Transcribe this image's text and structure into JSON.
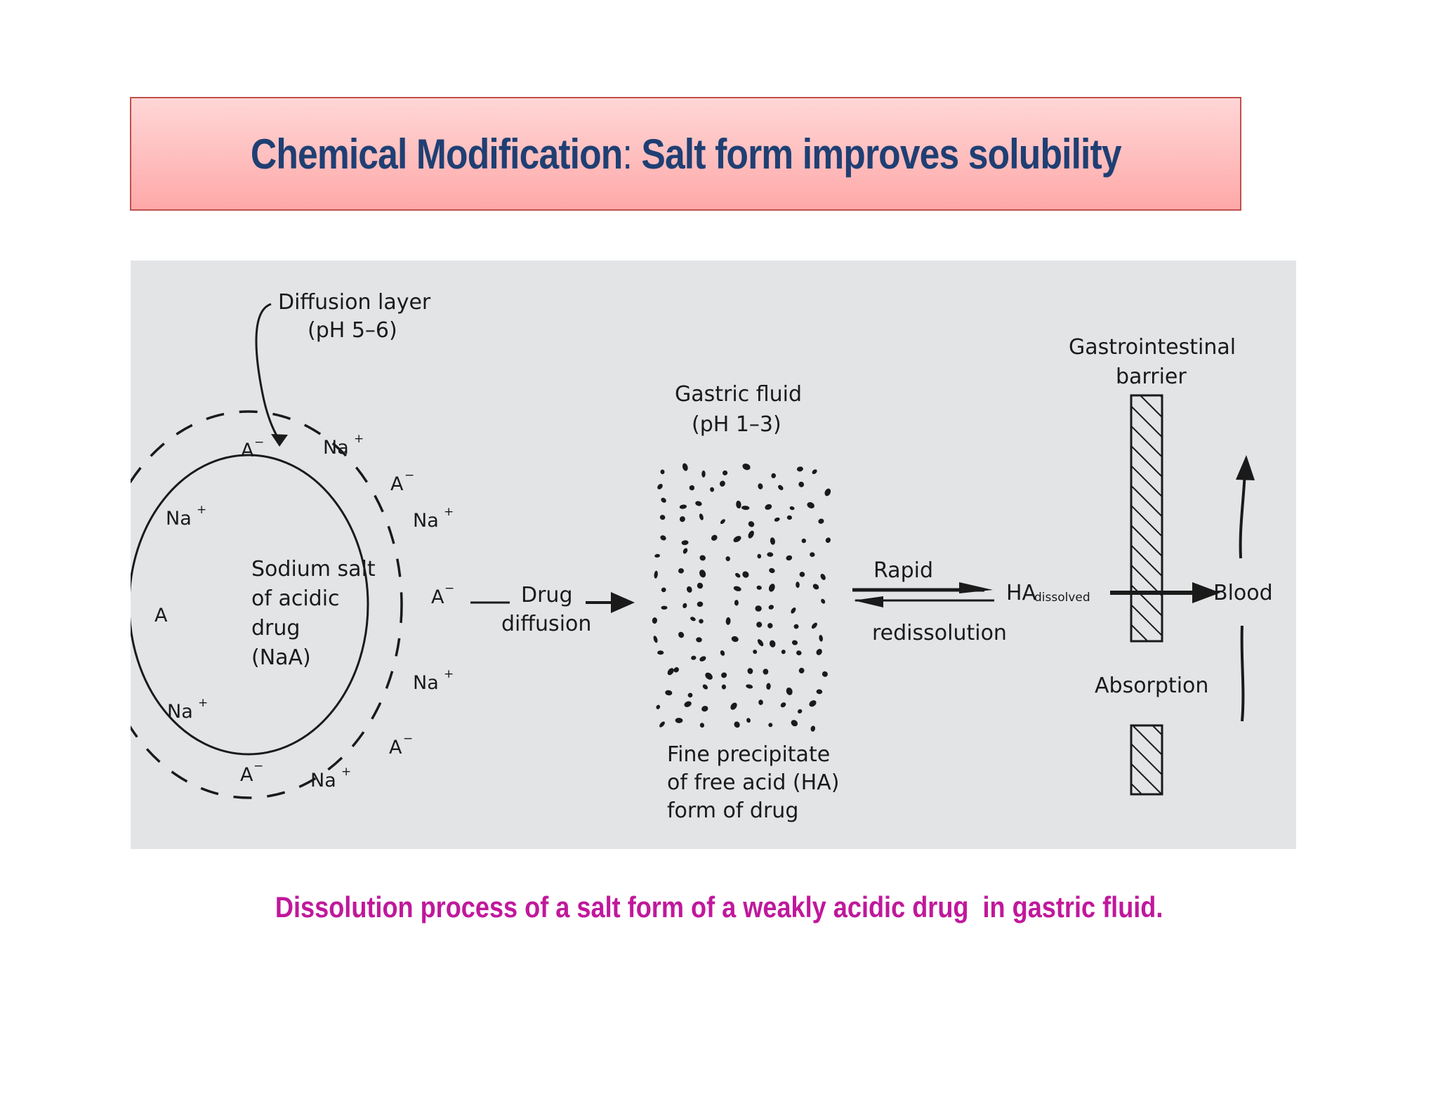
{
  "title": {
    "part1": "Chemical Modification",
    "sep": ": ",
    "part2": "Salt form improves solubility"
  },
  "figure": {
    "diffusion_layer": [
      "Diffusion layer",
      "(pH 5–6)"
    ],
    "salt_label": [
      "Sodium salt",
      "of acidic",
      "drug",
      "(NaA)"
    ],
    "ions": {
      "a_minus": "A",
      "na_plus": "Na",
      "minus_sign": "−",
      "plus_sign": "+"
    },
    "drug_diffusion": [
      "Drug",
      "diffusion"
    ],
    "gastric_fluid": [
      "Gastric fluid",
      "(pH 1–3)"
    ],
    "precipitate": [
      "Fine precipitate",
      "of free acid (HA)",
      "form of drug"
    ],
    "rapid": "Rapid",
    "redissolution": "redissolution",
    "ha": "HA",
    "ha_sub": "dissolved",
    "gi_barrier": [
      "Gastrointestinal",
      "barrier"
    ],
    "blood": "Blood",
    "absorption": "Absorption"
  },
  "caption": "Dissolution process of a salt form of a weakly acidic drug  in gastric fluid."
}
